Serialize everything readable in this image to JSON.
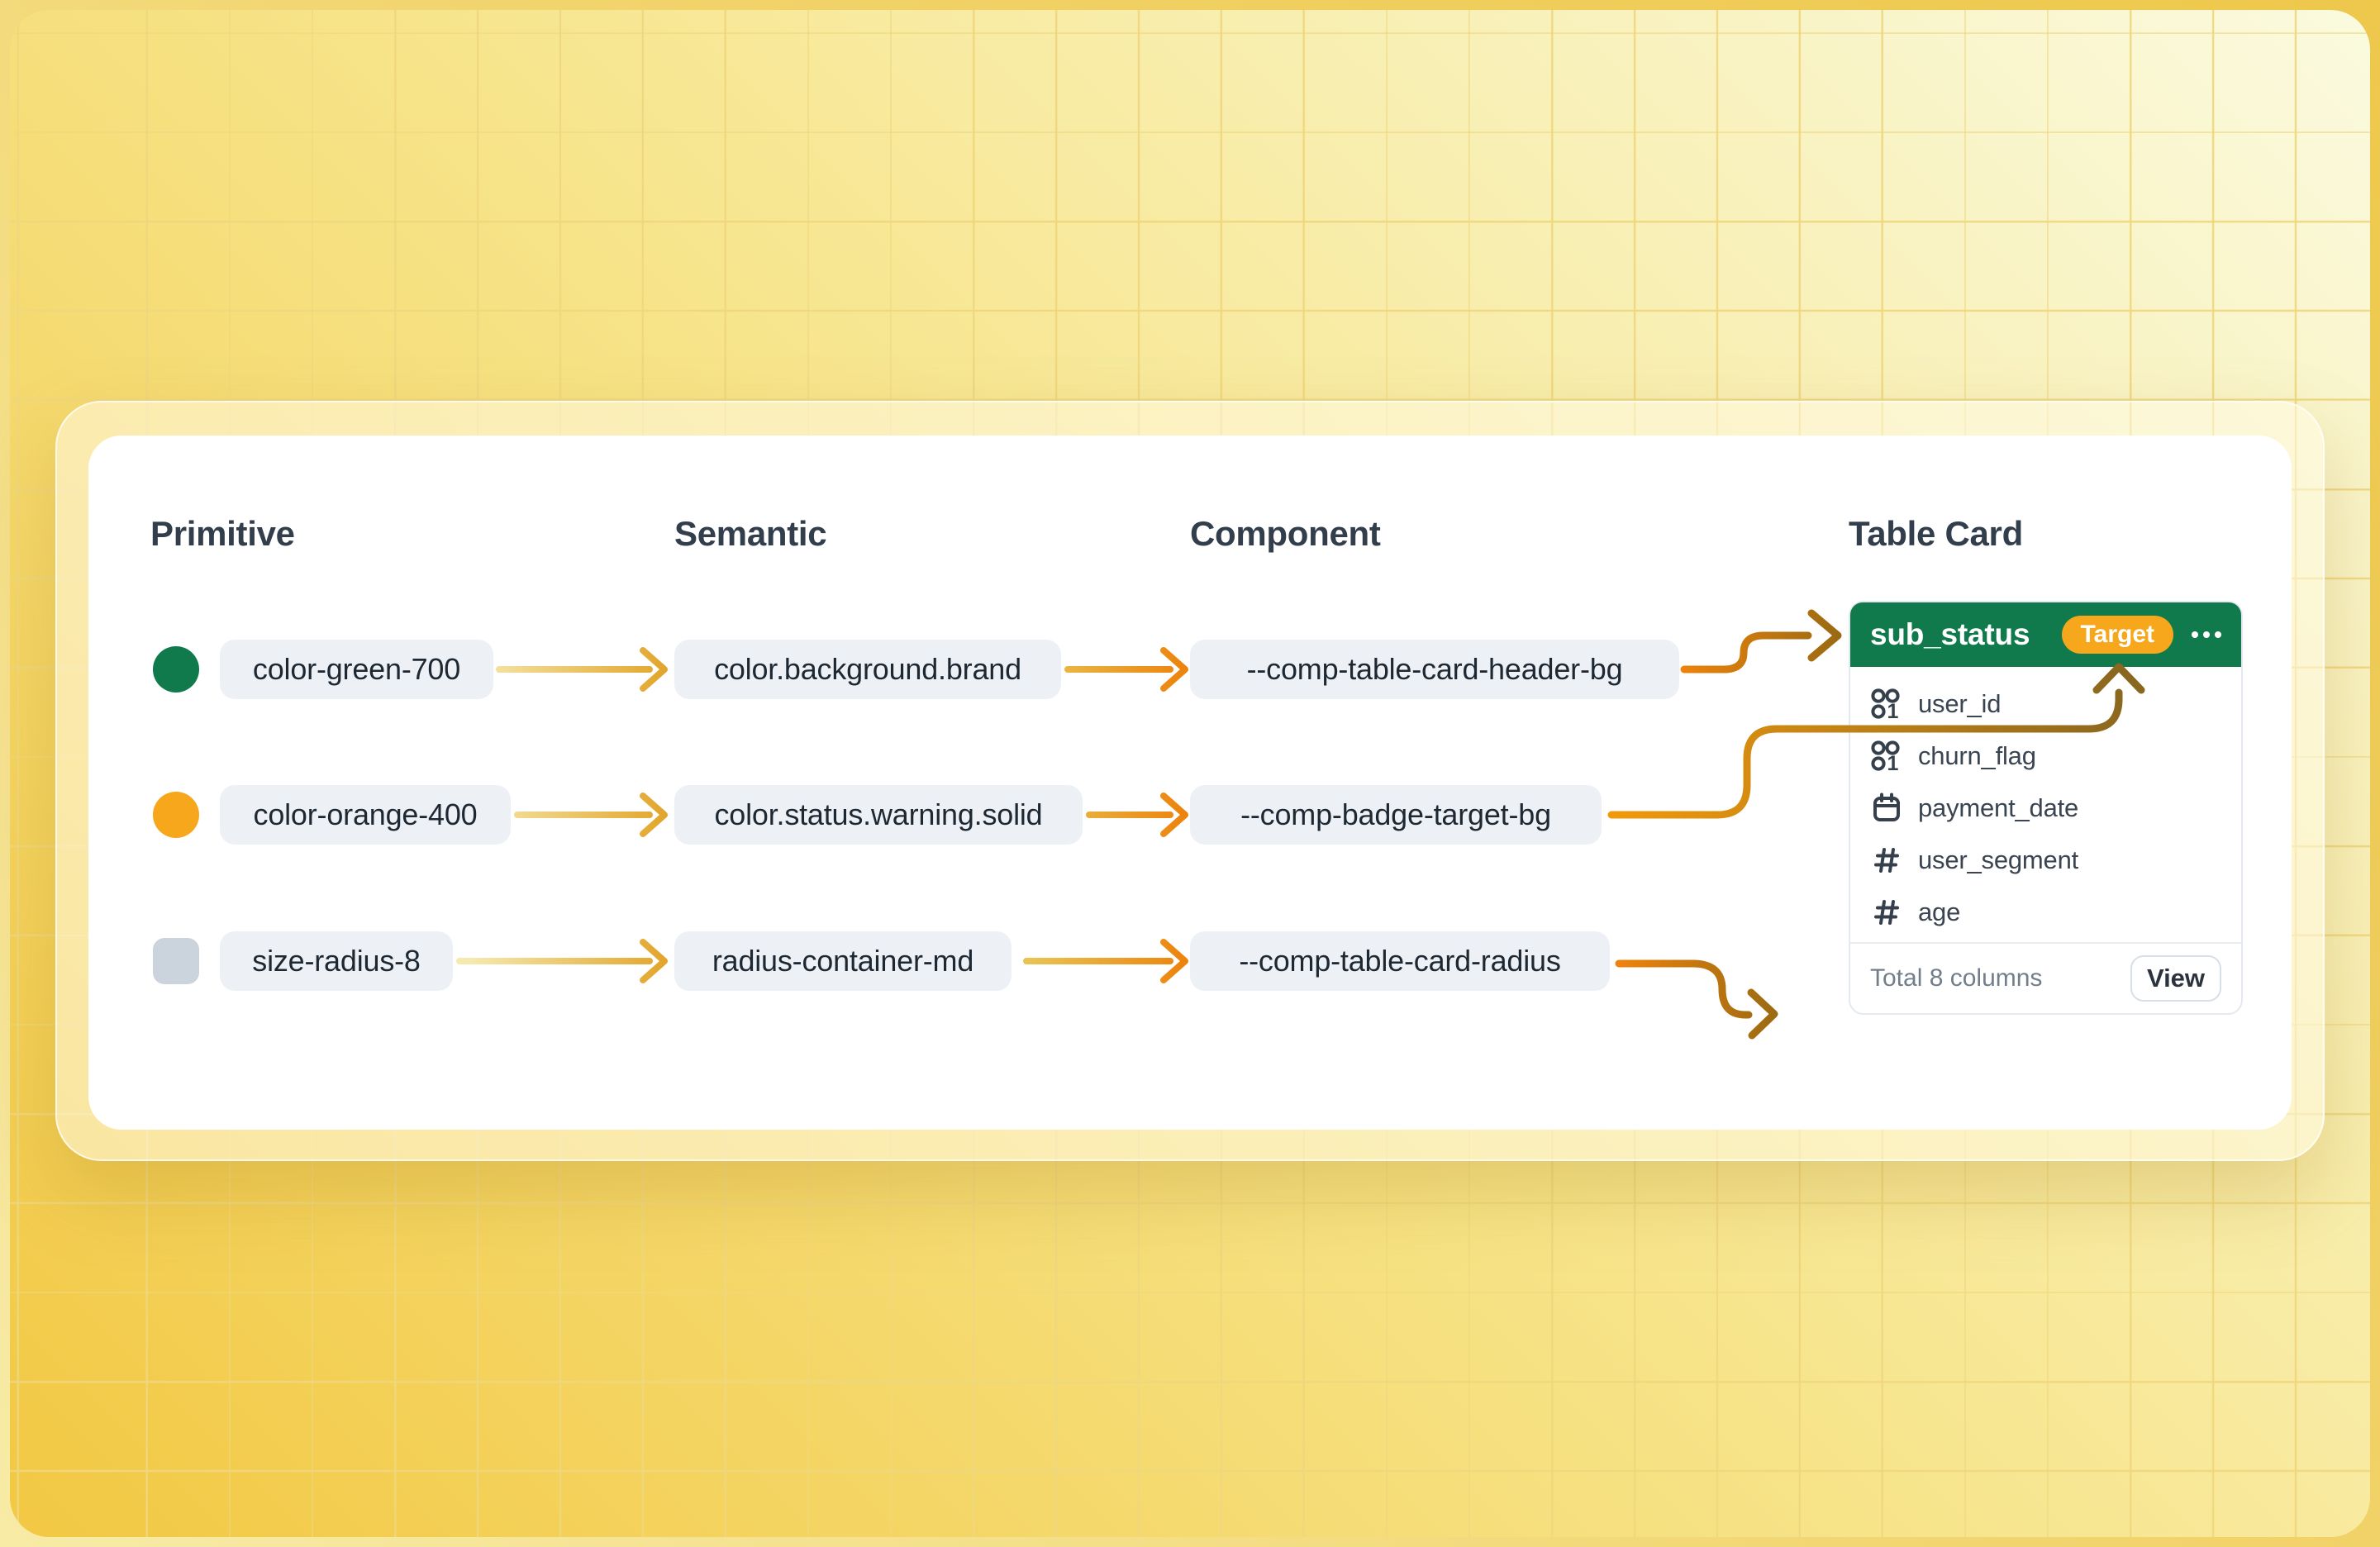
{
  "diagram": {
    "columns": [
      {
        "label": "Primitive"
      },
      {
        "label": "Semantic"
      },
      {
        "label": "Component"
      },
      {
        "label": "Table Card"
      }
    ],
    "rows": [
      {
        "swatch": "green-circle",
        "primitive": "color-green-700",
        "semantic": "color.background.brand",
        "component": "--comp-table-card-header-bg",
        "maps_to": "table card header background"
      },
      {
        "swatch": "orange-circle",
        "primitive": "color-orange-400",
        "semantic": "color.status.warning.solid",
        "component": "--comp-badge-target-bg",
        "maps_to": "target badge background"
      },
      {
        "swatch": "gray-rounded-square",
        "primitive": "size-radius-8",
        "semantic": "radius-container-md",
        "component": "--comp-table-card-radius",
        "maps_to": "table card corner radius"
      }
    ]
  },
  "table_card": {
    "title": "sub_status",
    "badge_label": "Target",
    "menu_icon": "ellipsis-icon",
    "fields": [
      {
        "name": "user_id",
        "type_icon": "categorical-icon"
      },
      {
        "name": "churn_flag",
        "type_icon": "categorical-icon"
      },
      {
        "name": "payment_date",
        "type_icon": "calendar-icon"
      },
      {
        "name": "user_segment",
        "type_icon": "hash-icon"
      },
      {
        "name": "age",
        "type_icon": "hash-icon"
      }
    ],
    "footer": {
      "summary": "Total 8 columns",
      "action_label": "View"
    }
  },
  "colors": {
    "brand_green": "#117A4D",
    "warning_orange": "#F6A71C",
    "neutral_swatch_gray": "#CBD3DD",
    "chip_background": "#EDF1F6",
    "arrow_pale_yellow": "#F5E9AE",
    "arrow_gold": "#E2A52B",
    "arrow_orange": "#EC830C",
    "arrow_brown": "#9A6A12",
    "background_gold": "#F2C843"
  }
}
